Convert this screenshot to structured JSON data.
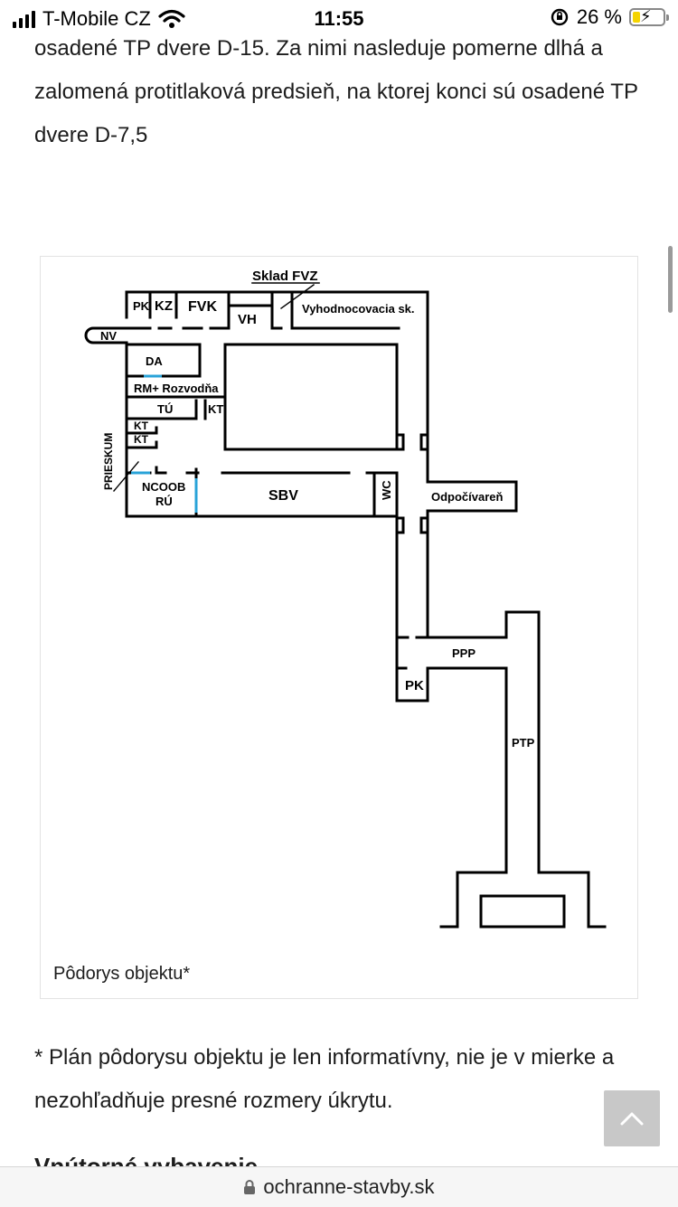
{
  "status_bar": {
    "carrier": "T-Mobile CZ",
    "time": "11:55",
    "battery_text": "26 %",
    "battery_level": 0.26,
    "icons": [
      "signal-icon",
      "wifi-icon",
      "orientation-lock-icon",
      "battery-charging-icon"
    ]
  },
  "article": {
    "paragraph_top": "osadené TP dvere D-15. Za nimi nasleduje pomerne dlhá a zalomená protitlaková predsieň, na ktorej konci sú osadené TP dvere D-7,5",
    "figure_caption": "Pôdorys objektu*",
    "note": "*  Plán pôdorysu objektu je len informatívny, nie je v mierke a nezohľadňuje presné rozmery úkrytu.",
    "next_heading_partial": "Vnútorné vybavenie"
  },
  "floorplan": {
    "labels": {
      "sklad_fvz": "Sklad FVZ",
      "pk_top": "PK",
      "kz": "KZ",
      "fvk": "FVK",
      "vh": "VH",
      "vyhodnocovacia": "Vyhodnocovacia sk.",
      "nv": "NV",
      "da": "DA",
      "rm": "RM+ Rozvodňa",
      "tu": "TÚ",
      "kt_right": "KT",
      "kt1": "KT",
      "kt2": "KT",
      "prieskum": "PRIESKUM",
      "ncoob": "NCOOB",
      "ru": "RÚ",
      "sbv": "SBV",
      "wc": "WC",
      "odpocivaren": "Odpočívareň",
      "ppp": "PPP",
      "pk_bottom": "PK",
      "ptp": "PTP"
    }
  },
  "url_bar": {
    "domain": "ochranne-stavby.sk",
    "icon": "lock-icon"
  },
  "scroll_top_button": {
    "icon": "chevron-up-icon"
  },
  "colors": {
    "accent_blue": "#29a3d8",
    "battery_yellow": "#f5d400",
    "scroll_button": "#c8c8c8"
  }
}
